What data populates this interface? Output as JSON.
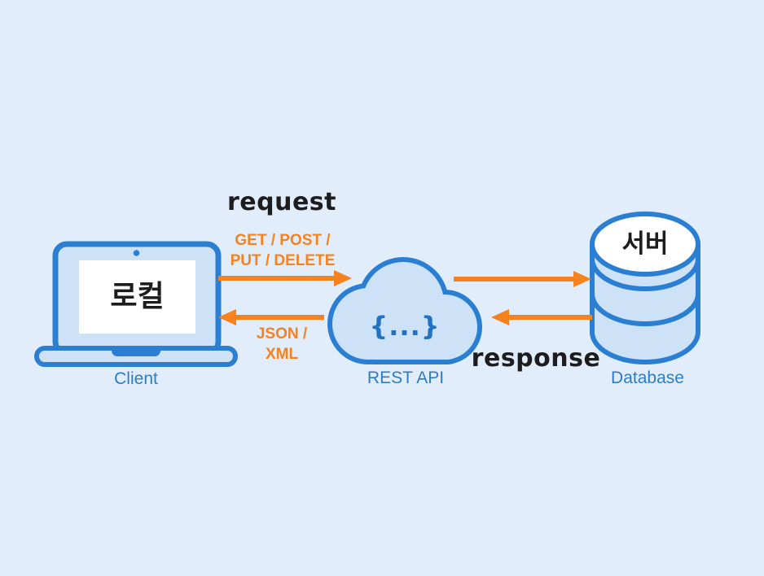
{
  "colors": {
    "background": "#e1edfb",
    "accent": "#2b7fd2",
    "accent_dark": "#2272c4",
    "shape_fill": "#cde2f7",
    "orange": "#f6821f",
    "label_blue": "#2e7cc5",
    "text_black": "#1d1d1f",
    "screen_white": "#ffffff"
  },
  "nodes": {
    "client": {
      "label": "Client",
      "screen_text": "로컬"
    },
    "api": {
      "label": "REST API",
      "glyph": "{...}"
    },
    "database": {
      "label": "Database",
      "top_text": "서버"
    }
  },
  "flows": {
    "request": {
      "title": "request",
      "methods_line1": "GET / POST /",
      "methods_line2": "PUT / DELETE"
    },
    "response": {
      "title": "response",
      "formats_line1": "JSON /",
      "formats_line2": "XML"
    }
  }
}
